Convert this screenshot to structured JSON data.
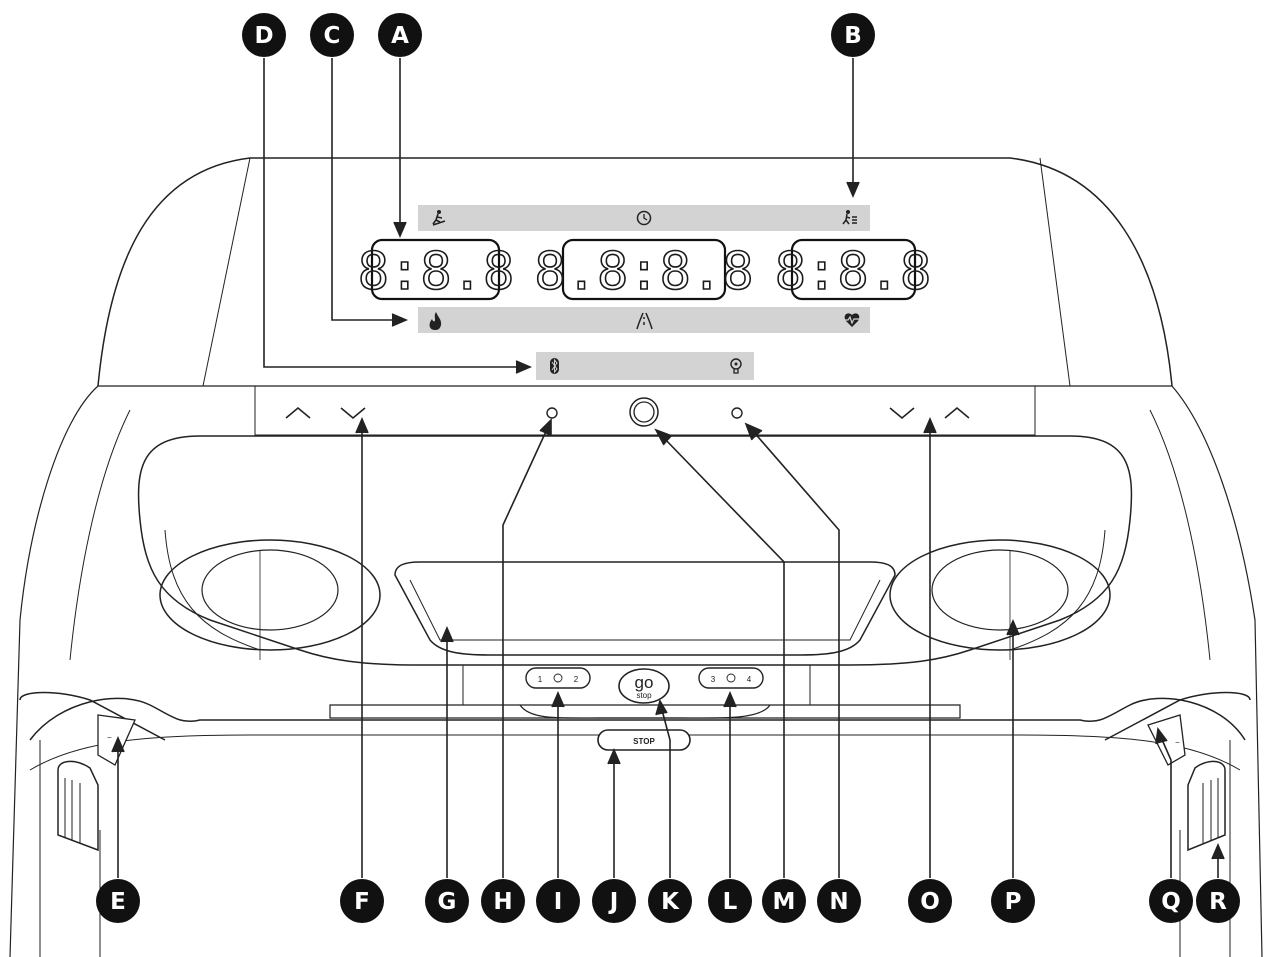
{
  "callouts": [
    {
      "id": "A",
      "letter": "A"
    },
    {
      "id": "B",
      "letter": "B"
    },
    {
      "id": "C",
      "letter": "C"
    },
    {
      "id": "D",
      "letter": "D"
    },
    {
      "id": "E",
      "letter": "E"
    },
    {
      "id": "F",
      "letter": "F"
    },
    {
      "id": "G",
      "letter": "G"
    },
    {
      "id": "H",
      "letter": "H"
    },
    {
      "id": "I",
      "letter": "I"
    },
    {
      "id": "J",
      "letter": "J"
    },
    {
      "id": "K",
      "letter": "K"
    },
    {
      "id": "L",
      "letter": "L"
    },
    {
      "id": "M",
      "letter": "M"
    },
    {
      "id": "N",
      "letter": "N"
    },
    {
      "id": "O",
      "letter": "O"
    },
    {
      "id": "P",
      "letter": "P"
    },
    {
      "id": "Q",
      "letter": "Q"
    },
    {
      "id": "R",
      "letter": "R"
    }
  ],
  "displays": {
    "left": "8:8.8",
    "center": "8.8:8.8",
    "right": "8:8.8"
  },
  "keys": {
    "go": "go",
    "stop_small": "stop",
    "stop_bar": "STOP",
    "quick_left_1": "1",
    "quick_left_2": "2",
    "quick_right_3": "3",
    "quick_right_4": "4"
  },
  "icons": {
    "row1": [
      "incline-runner-icon",
      "clock-icon",
      "speed-runner-icon"
    ],
    "row2": [
      "flame-icon",
      "distance-road-icon",
      "heart-rate-icon"
    ],
    "row3": [
      "bluetooth-icon",
      "lightbulb-icon"
    ]
  }
}
